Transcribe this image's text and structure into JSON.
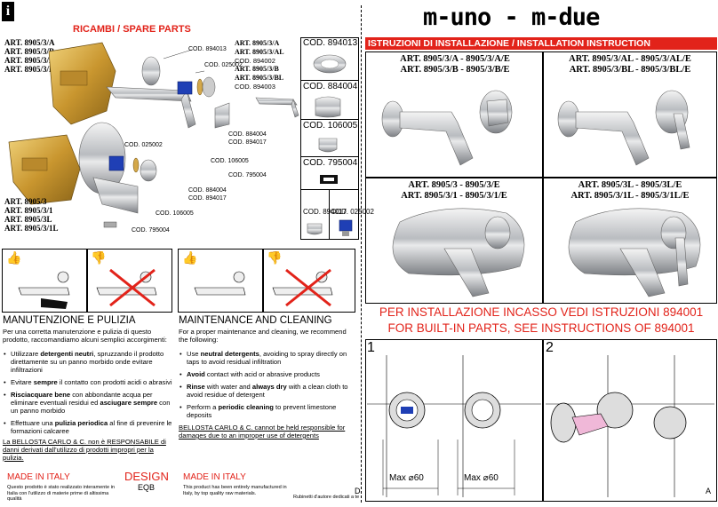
{
  "left": {
    "header": "RICAMBI / SPARE PARTS",
    "info_icon": "i",
    "art_top": [
      "ART. 8905/3/A",
      "ART. 8905/3/B",
      "ART. 8905/3/AL",
      "ART. 8905/3/BL"
    ],
    "art_bottom": [
      "ART. 8905/3",
      "ART. 8905/3/1",
      "ART. 8905/3L",
      "ART. 8905/3/1L"
    ],
    "codes_top": [
      "COD. 894013",
      "COD. 025002",
      "COD. 884004",
      "COD. 894017",
      "COD. 106005",
      "COD. 795004"
    ],
    "codes_bottom": [
      "COD. 025002",
      "COD. 884004",
      "COD. 894017",
      "COD. 106005",
      "COD. 795004"
    ],
    "mid_art": [
      "ART. 8905/3/A",
      "ART. 8905/3/AL",
      "COD. 894002",
      "ART. 8905/3/B",
      "ART. 8905/3/BL",
      "COD. 894003"
    ],
    "grid_codes": [
      "COD. 894013",
      "COD. 884004",
      "COD. 106005",
      "COD. 795004",
      "COD. 894017",
      "COD. 025002"
    ],
    "it": {
      "title": "MANUTENZIONE E PULIZIA",
      "intro": "Per una corretta manutenzione e pulizia di questo prodotto, raccomandiamo alcuni semplici accorgimenti:",
      "b1a": "Utilizzare ",
      "b1b": "detergenti neutri",
      "b1c": ", spruzzando il prodotto direttamente su un panno morbido onde evitare infiltrazioni",
      "b2a": "Evitare ",
      "b2b": "sempre",
      "b2c": " il contatto con prodotti acidi o abrasivi",
      "b3a": "Risciacquare bene",
      "b3b": " con abbondante acqua per eliminare eventuali residui ed ",
      "b3c": "asciugare sempre",
      "b3d": " con un panno morbido",
      "b4a": "Effettuare una ",
      "b4b": "pulizia periodica",
      "b4c": " al fine di prevenire le formazioni calcaree",
      "disclaimer": "La BELLOSTA CARLO & C. non è RESPONSABILE di danni derivati dall'utilizzo di prodotti impropri per la pulizia."
    },
    "en": {
      "title": "MAINTENANCE AND CLEANING",
      "intro": "For a proper maintenance and cleaning, we recommend the following:",
      "b1a": "Use ",
      "b1b": "neutral detergents",
      "b1c": ", avoiding to spray directly on taps to avoid residual infiltration",
      "b2a": "",
      "b2b": "Avoid",
      "b2c": " contact with acid or abrasive products",
      "b3a": "",
      "b3b": "Rinse",
      "b3c": " with water and ",
      "b3d": "always dry",
      "b3e": " with a clean cloth to avoid residue of detergent",
      "b4a": "Perform a ",
      "b4b": "periodic cleaning",
      "b4c": " to prevent limestone deposits",
      "disclaimer": "BELLOSTA CARLO & C. cannot be held responsible for damages due to an improper use of detergents"
    },
    "footer": {
      "made_it": "MADE IN ITALY",
      "made_it_text": "Questo prodotto è stato realizzato interamente in Italia con l'utilizzo di materie prime di altissima qualità",
      "design": "DESIGN",
      "design_sub": "EQB",
      "made_en": "MADE IN ITALY",
      "made_en_text": "This product has been entirely manufactured in Italy, by top quality raw materials.",
      "rights": "Rubinetti d'autore dedicati a te"
    }
  },
  "right": {
    "brand": "m-uno - m-due",
    "instr_header": "ISTRUZIONI DI INSTALLAZIONE / INSTALLATION INSTRUCTION",
    "panels": [
      {
        "l1": "ART. 8905/3/A - 8905/3/A/E",
        "l2": "ART. 8905/3/B - 8905/3/B/E"
      },
      {
        "l1": "ART. 8905/3/AL - 8905/3/AL/E",
        "l2": "ART. 8905/3/BL - 8905/3/BL/E"
      },
      {
        "l1": "ART. 8905/3 - 8905/3/E",
        "l2": "ART. 8905/3/1 - 8905/3/1/E"
      },
      {
        "l1": "ART. 8905/3L - 8905/3L/E",
        "l2": "ART. 8905/3/1L - 8905/3/1L/E"
      }
    ],
    "notice_it": "PER INSTALLAZIONE INCASSO VEDI ISTRUZIONI 894001",
    "notice_en": "FOR BUILT-IN PARTS, SEE INSTRUCTIONS OF 894001",
    "step1": "1",
    "step2": "2",
    "dim1": "Max ⌀60",
    "dim2": "Max ⌀60",
    "corner_d": "D",
    "corner_a": "A"
  },
  "colors": {
    "red": "#e2231a",
    "brass": "#d4a84a",
    "blue": "#1f3fb5"
  }
}
